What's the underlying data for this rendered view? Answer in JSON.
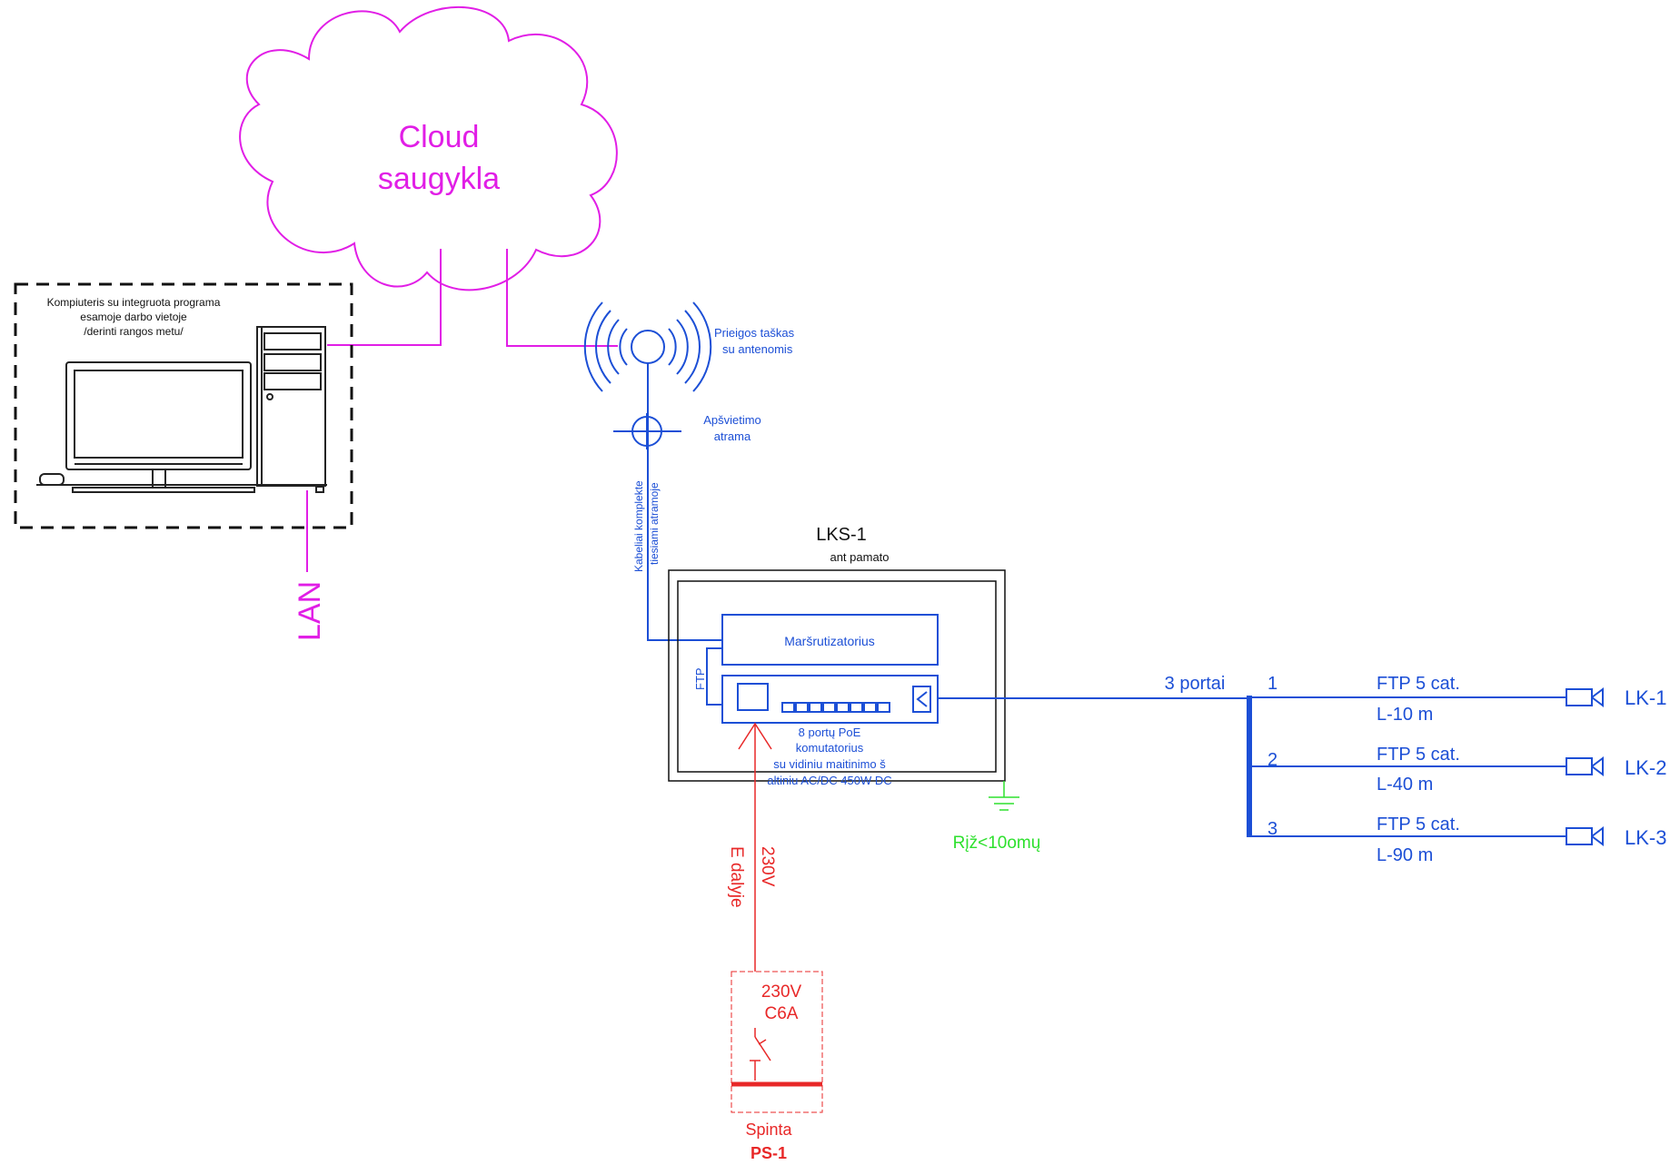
{
  "cloud": {
    "line1": "Cloud",
    "line2": "saugykla"
  },
  "workstation": {
    "line1": "Kompiuteris su integruota programa",
    "line2": "esamoje darbo vietoje",
    "line3": "/derinti rangos metu/"
  },
  "lan_label": "LAN",
  "access_point": {
    "line1": "Prieigos taškas",
    "line2": "su antenomis"
  },
  "pole": {
    "line1": "Apšvietimo",
    "line2": "atrama"
  },
  "pole_cable": {
    "line1": "Kabeliai komplekte",
    "line2": "tiesiami atramoje"
  },
  "cabinet": {
    "name": "LKS-1",
    "subtitle": "ant pamato",
    "router_label": "Maršrutizatorius",
    "ftp_label": "FTP",
    "switch_line1": "8 portų PoE",
    "switch_line2": "komutatorius",
    "switch_line3": "su vidiniu maitinimo š",
    "switch_line4": "altiniu AC/DC 450W DC"
  },
  "ground_label": "Rįž<10omų",
  "ports_label": "3 portai",
  "cameras": [
    {
      "port": "1",
      "cable": "FTP 5 cat.",
      "length": "L-10 m",
      "name": "LK-1"
    },
    {
      "port": "2",
      "cable": "FTP 5 cat.",
      "length": "L-40 m",
      "name": "LK-2"
    },
    {
      "port": "3",
      "cable": "FTP 5 cat.",
      "length": "L-90 m",
      "name": "LK-3"
    }
  ],
  "power_feed": {
    "voltage": "230V",
    "part": "E dalyje"
  },
  "breaker": {
    "voltage": "230V",
    "rating": "C6A"
  },
  "panel": {
    "label": "Spinta",
    "name": "PS-1"
  },
  "colors": {
    "network_wan": "#e11ee6",
    "network_lan": "#1c4fd6",
    "power": "#e82828",
    "grounding": "#2ee02e"
  }
}
